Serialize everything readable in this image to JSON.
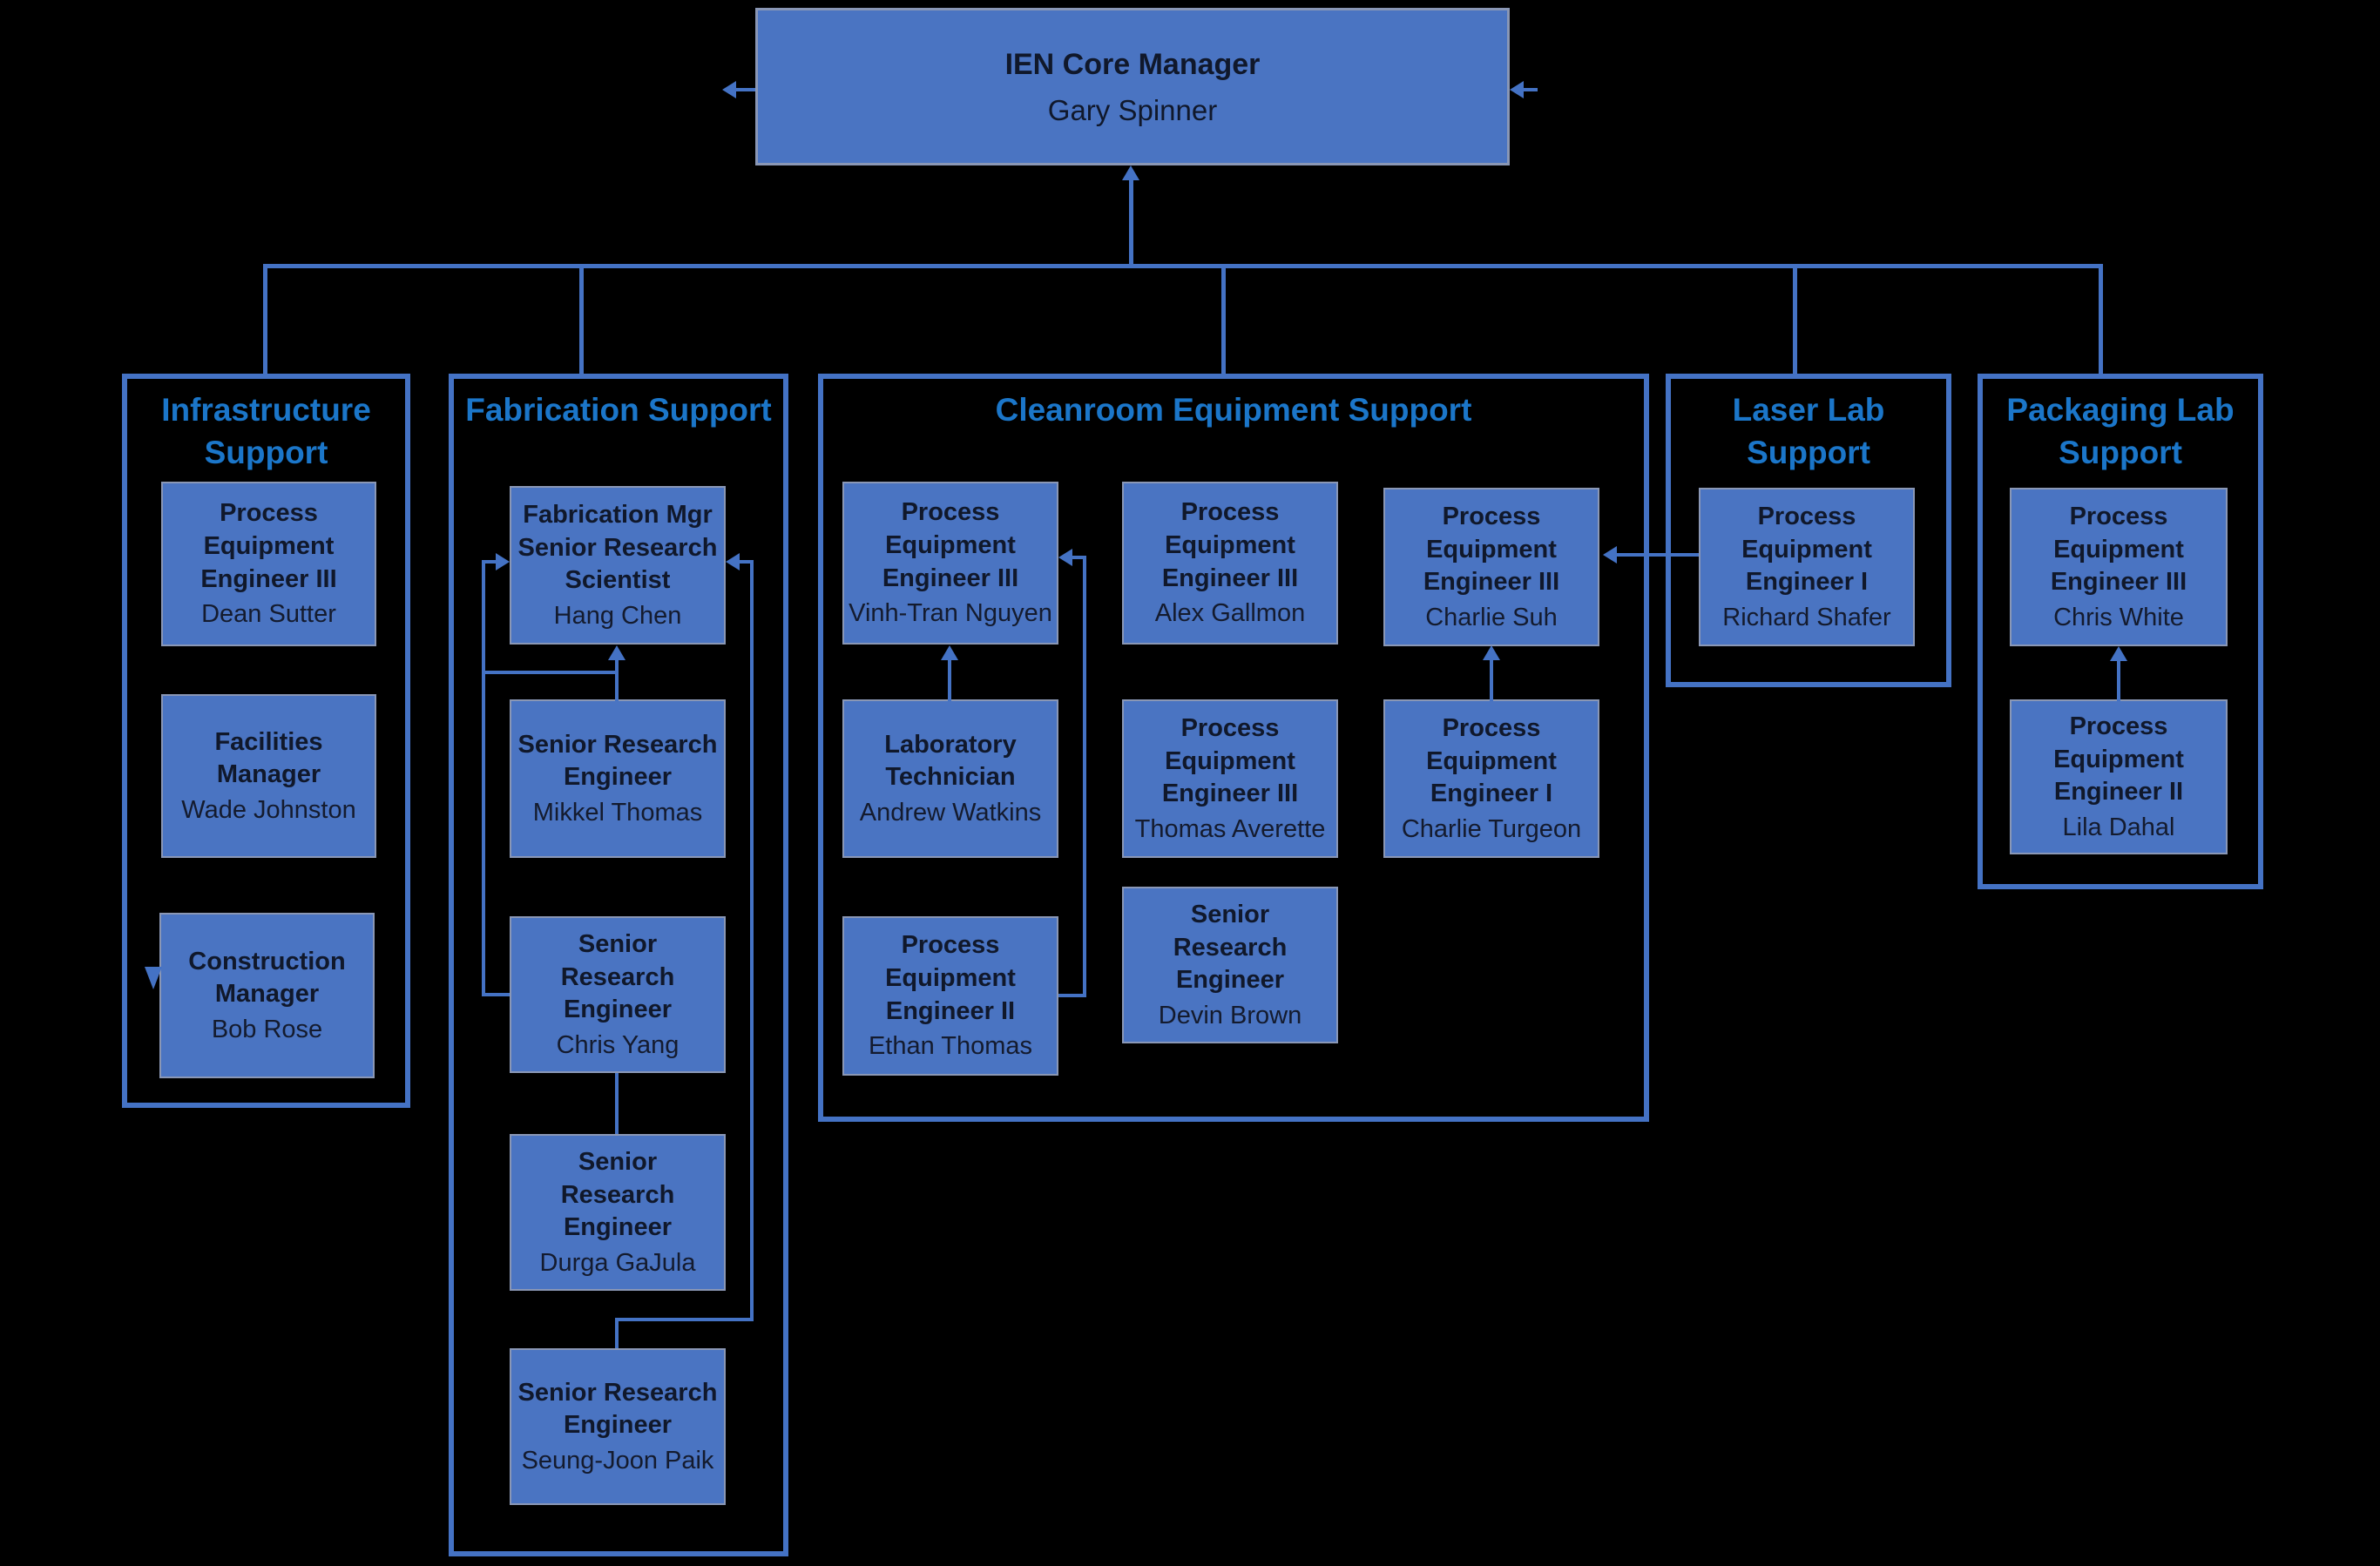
{
  "colors": {
    "background": "#000000",
    "box_fill": "#4A74C2",
    "box_border": "#8A97B5",
    "group_border": "#4472C4",
    "header_text": "#1B76C9",
    "box_text": "#10182B",
    "connector": "#4472C4"
  },
  "root": {
    "title": "IEN Core Manager",
    "name": "Gary Spinner"
  },
  "groups": [
    {
      "title": "Infrastructure\nSupport",
      "members": [
        {
          "title": "Process\nEquipment\nEngineer III",
          "name": "Dean Sutter"
        },
        {
          "title": "Facilities\nManager",
          "name": "Wade Johnston"
        },
        {
          "title": "Construction\nManager",
          "name": "Bob Rose"
        }
      ]
    },
    {
      "title": "Fabrication Support",
      "members": [
        {
          "title": "Fabrication Mgr\nSenior Research\nScientist",
          "name": "Hang Chen"
        },
        {
          "title": "Senior Research\nEngineer",
          "name": "Mikkel Thomas"
        },
        {
          "title": "Senior\nResearch Engineer",
          "name": "Chris Yang"
        },
        {
          "title": "Senior\nResearch\nEngineer",
          "name": "Durga GaJula"
        },
        {
          "title": "Senior Research\nEngineer",
          "name": "Seung-Joon Paik"
        }
      ]
    },
    {
      "title": "Cleanroom Equipment Support",
      "members": [
        {
          "title": "Process\nEquipment\nEngineer III",
          "name": "Vinh-Tran Nguyen"
        },
        {
          "title": "Process\nEquipment\nEngineer III",
          "name": "Alex Gallmon"
        },
        {
          "title": "Process\nEquipment\nEngineer III",
          "name": "Charlie Suh"
        },
        {
          "title": "Laboratory\nTechnician",
          "name": "Andrew Watkins"
        },
        {
          "title": "Process\nEquipment\nEngineer III",
          "name": "Thomas Averette"
        },
        {
          "title": "Process\nEquipment\nEngineer I",
          "name": "Charlie Turgeon"
        },
        {
          "title": "Process\nEquipment\nEngineer II",
          "name": "Ethan Thomas"
        },
        {
          "title": "Senior\nResearch\nEngineer",
          "name": "Devin Brown"
        }
      ]
    },
    {
      "title": "Laser Lab\nSupport",
      "members": [
        {
          "title": "Process\nEquipment\nEngineer I",
          "name": "Richard Shafer"
        }
      ]
    },
    {
      "title": "Packaging Lab\nSupport",
      "members": [
        {
          "title": "Process\nEquipment\nEngineer III",
          "name": "Chris White"
        },
        {
          "title": "Process\nEquipment\nEngineer II",
          "name": "Lila Dahal"
        }
      ]
    }
  ]
}
